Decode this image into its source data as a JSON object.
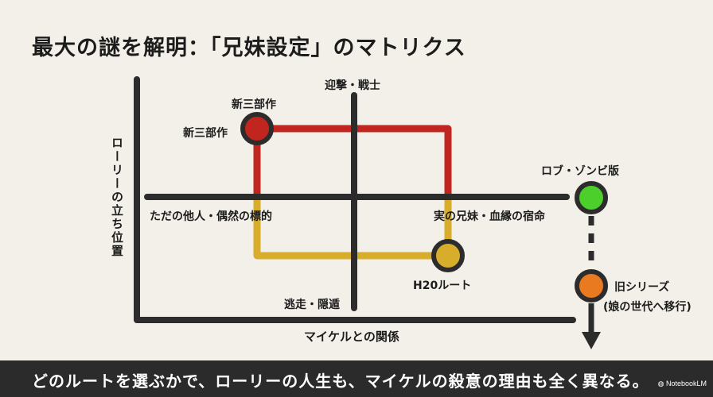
{
  "title": "最大の謎を解明：「兄妹設定」のマトリクス",
  "axes": {
    "vertical_axis_label": "ローリーの立ち位置",
    "horizontal_axis_label": "マイケルとの関係",
    "top": "迎撃・戦士",
    "bottom": "逃走・隠遁",
    "left": "ただの他人・偶然の標的",
    "right": "実の兄妹・血縁の宿命"
  },
  "nodes": {
    "shinsanbusaku_top": "新三部作",
    "shinsanbusaku_left": "新三部作",
    "h20": "H20ルート",
    "rob_zombie": "ロブ・ゾンビ版",
    "old_series": "旧シリーズ",
    "old_series_note": "(娘の世代へ移行)"
  },
  "colors": {
    "red": "#c0261f",
    "yellow": "#d9ad2c",
    "green": "#4ccf2a",
    "orange": "#ea7a1f",
    "axis": "#2c2c2c"
  },
  "footer": {
    "text": "どのルートを選ぶかで、ローリーの人生も、マイケルの殺意の理由も全く異なる。",
    "brand": "NotebookLM"
  }
}
